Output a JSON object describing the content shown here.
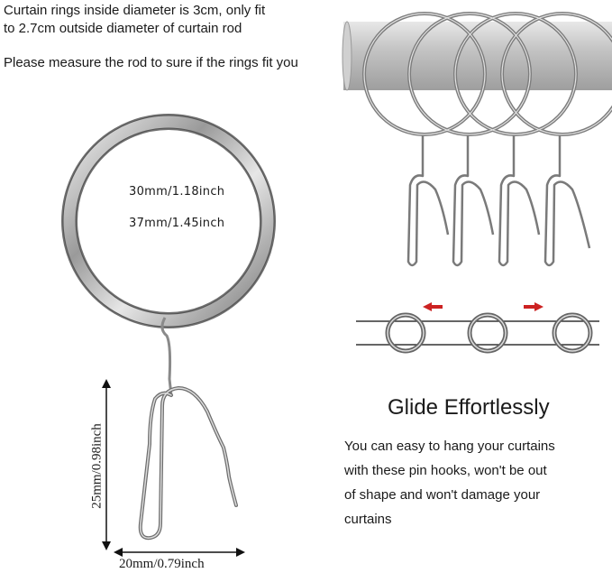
{
  "info": {
    "line1": "Curtain rings inside diameter is 3cm, only fit",
    "line2": "to 2.7cm outside diameter of curtain rod",
    "line3": "Please measure the rod to sure if the rings fit you"
  },
  "ring_labels": {
    "inner": "30mm/1.18inch",
    "outer": "37mm/1.45inch"
  },
  "dimensions": {
    "height": "25mm/0.98inch",
    "width": "20mm/0.79inch"
  },
  "feature": {
    "title": "Glide Effortlessly",
    "desc_lines": [
      "You can easy to hang your curtains",
      "with these pin hooks, won't be out",
      "of shape and won't damage your",
      "curtains"
    ]
  },
  "colors": {
    "arrow": "#cc2222",
    "metal": "#8a8a8a",
    "rod": "#bdbdbd"
  },
  "icons": {
    "left_arrow": "red-left-arrow",
    "right_arrow": "red-right-arrow"
  }
}
